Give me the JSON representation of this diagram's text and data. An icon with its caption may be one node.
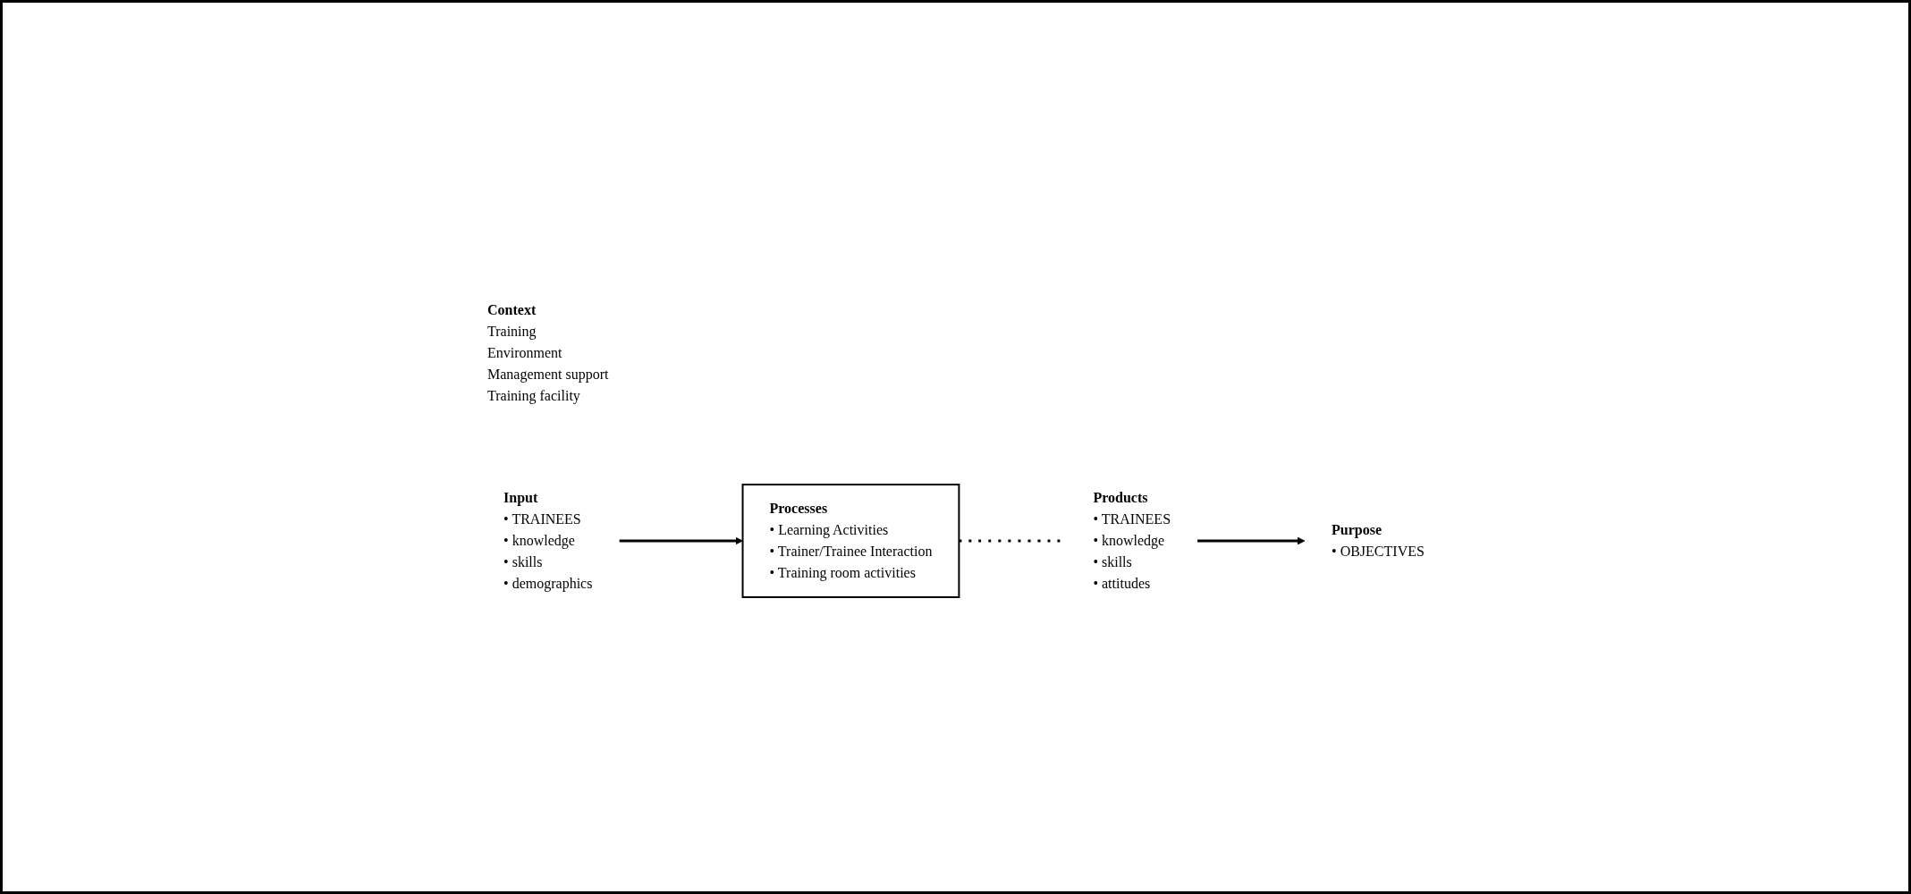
{
  "diagram": {
    "nodes": [
      {
        "text": [
          "Context",
          "Training",
          "Environment",
          "Management support",
          "Training facility"
        ]
      },
      {
        "text": [
          "Input",
          "• TRAINEES",
          "• knowledge",
          "• skills",
          "• demographics"
        ]
      },
      {
        "text": [
          "Processes",
          "• Learning Activities",
          "• Trainer/Trainee Interaction",
          "• Training room activities"
        ]
      },
      {
        "text": [
          "Products",
          "• TRAINEES",
          "• knowledge",
          "• skills",
          "• attitudes"
        ]
      },
      {
        "text": [
          "Purpose",
          "• OBJECTIVES"
        ]
      }
    ],
    "edges": [
      {
        "from": 1,
        "to": 2,
        "arrow": "to"
      },
      {
        "from": 2,
        "to": 3,
        "arrow": "none",
        "style": "dashed"
      },
      {
        "from": 3,
        "to": 4,
        "arrow": "to"
      }
    ]
  }
}
